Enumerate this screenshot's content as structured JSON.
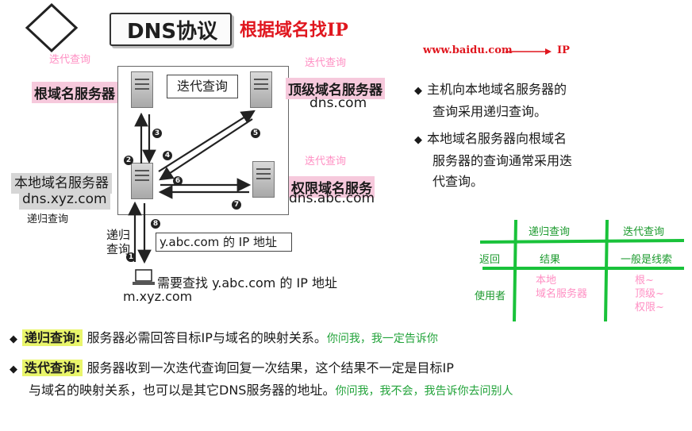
{
  "header": {
    "title": "DNS协议",
    "subtitle": "根据域名找IP",
    "url_example": "www.baidu.com",
    "ip_label": "IP"
  },
  "diagram": {
    "notes": {
      "iter_note_1": "迭代查询",
      "iter_note_2": "迭代查询",
      "iter_note_3": "迭代查询",
      "recursive_note": "递归查询"
    },
    "root_server": "根域名服务器",
    "tld_server": "顶级域名服务器",
    "tld_domain": "dns.com",
    "auth_server": "权限域名服务",
    "auth_domain": "dns.abc.com",
    "local_server": "本地域名服务器",
    "local_domain": "dns.xyz.com",
    "iter_box_label": "迭代查询",
    "recursive_label_1": "递归",
    "recursive_label_2": "查询",
    "answer_box": "y.abc.com 的 IP 地址",
    "host_need": "需要查找 y.abc.com 的 IP 地址",
    "host_name": "m.xyz.com",
    "steps": [
      "1",
      "2",
      "3",
      "4",
      "5",
      "6",
      "7",
      "8"
    ]
  },
  "bullets": [
    {
      "line1": "主机向本地域名服务器的",
      "line2": "查询采用递归查询。",
      "line3": ""
    },
    {
      "line1": "本地域名服务器向根域名",
      "line2": "服务器的查询通常采用迭",
      "line3": "代查询。"
    }
  ],
  "table": {
    "col_recursive": "递归查询",
    "col_iterative": "迭代查询",
    "row_return": "返回",
    "row_user": "使用者",
    "cell_result": "结果",
    "cell_clue": "一般是线索",
    "cell_local": "本地\n域名服务器",
    "cell_servers": "根~\n顶级~\n权限~"
  },
  "definitions": [
    {
      "term": "递归查询:",
      "text": "服务器必需回答目标IP与域名的映射关系。",
      "note": "你问我，我一定告诉你"
    },
    {
      "term": "迭代查询:",
      "text": "服务器收到一次迭代查询回复一次结果，这个结果不一定是目标IP",
      "text2": "与域名的映射关系，也可以是其它DNS服务器的地址。",
      "note": "你问我，我不会，我告诉你去问别人"
    }
  ]
}
